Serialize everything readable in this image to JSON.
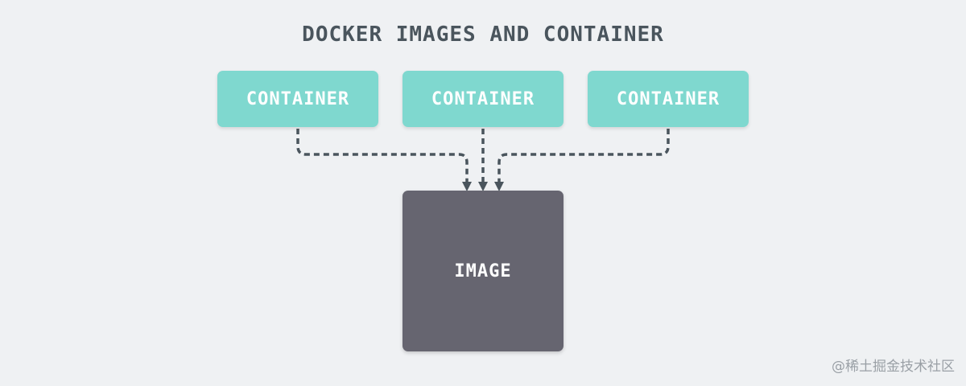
{
  "diagram": {
    "title": "DOCKER IMAGES AND CONTAINER",
    "containers": [
      {
        "label": "CONTAINER"
      },
      {
        "label": "CONTAINER"
      },
      {
        "label": "CONTAINER"
      }
    ],
    "image": {
      "label": "IMAGE"
    },
    "connections": [
      {
        "from": "container-1",
        "to": "image",
        "style": "dashed"
      },
      {
        "from": "container-2",
        "to": "image",
        "style": "dashed"
      },
      {
        "from": "container-3",
        "to": "image",
        "style": "dashed"
      }
    ]
  },
  "watermark": "@稀土掘金技术社区",
  "colors": {
    "background": "#eff1f3",
    "container_fill": "#7fd8cf",
    "image_fill": "#666570",
    "arrow": "#4a555d",
    "title_text": "#4a555d",
    "box_text": "#ffffff"
  }
}
